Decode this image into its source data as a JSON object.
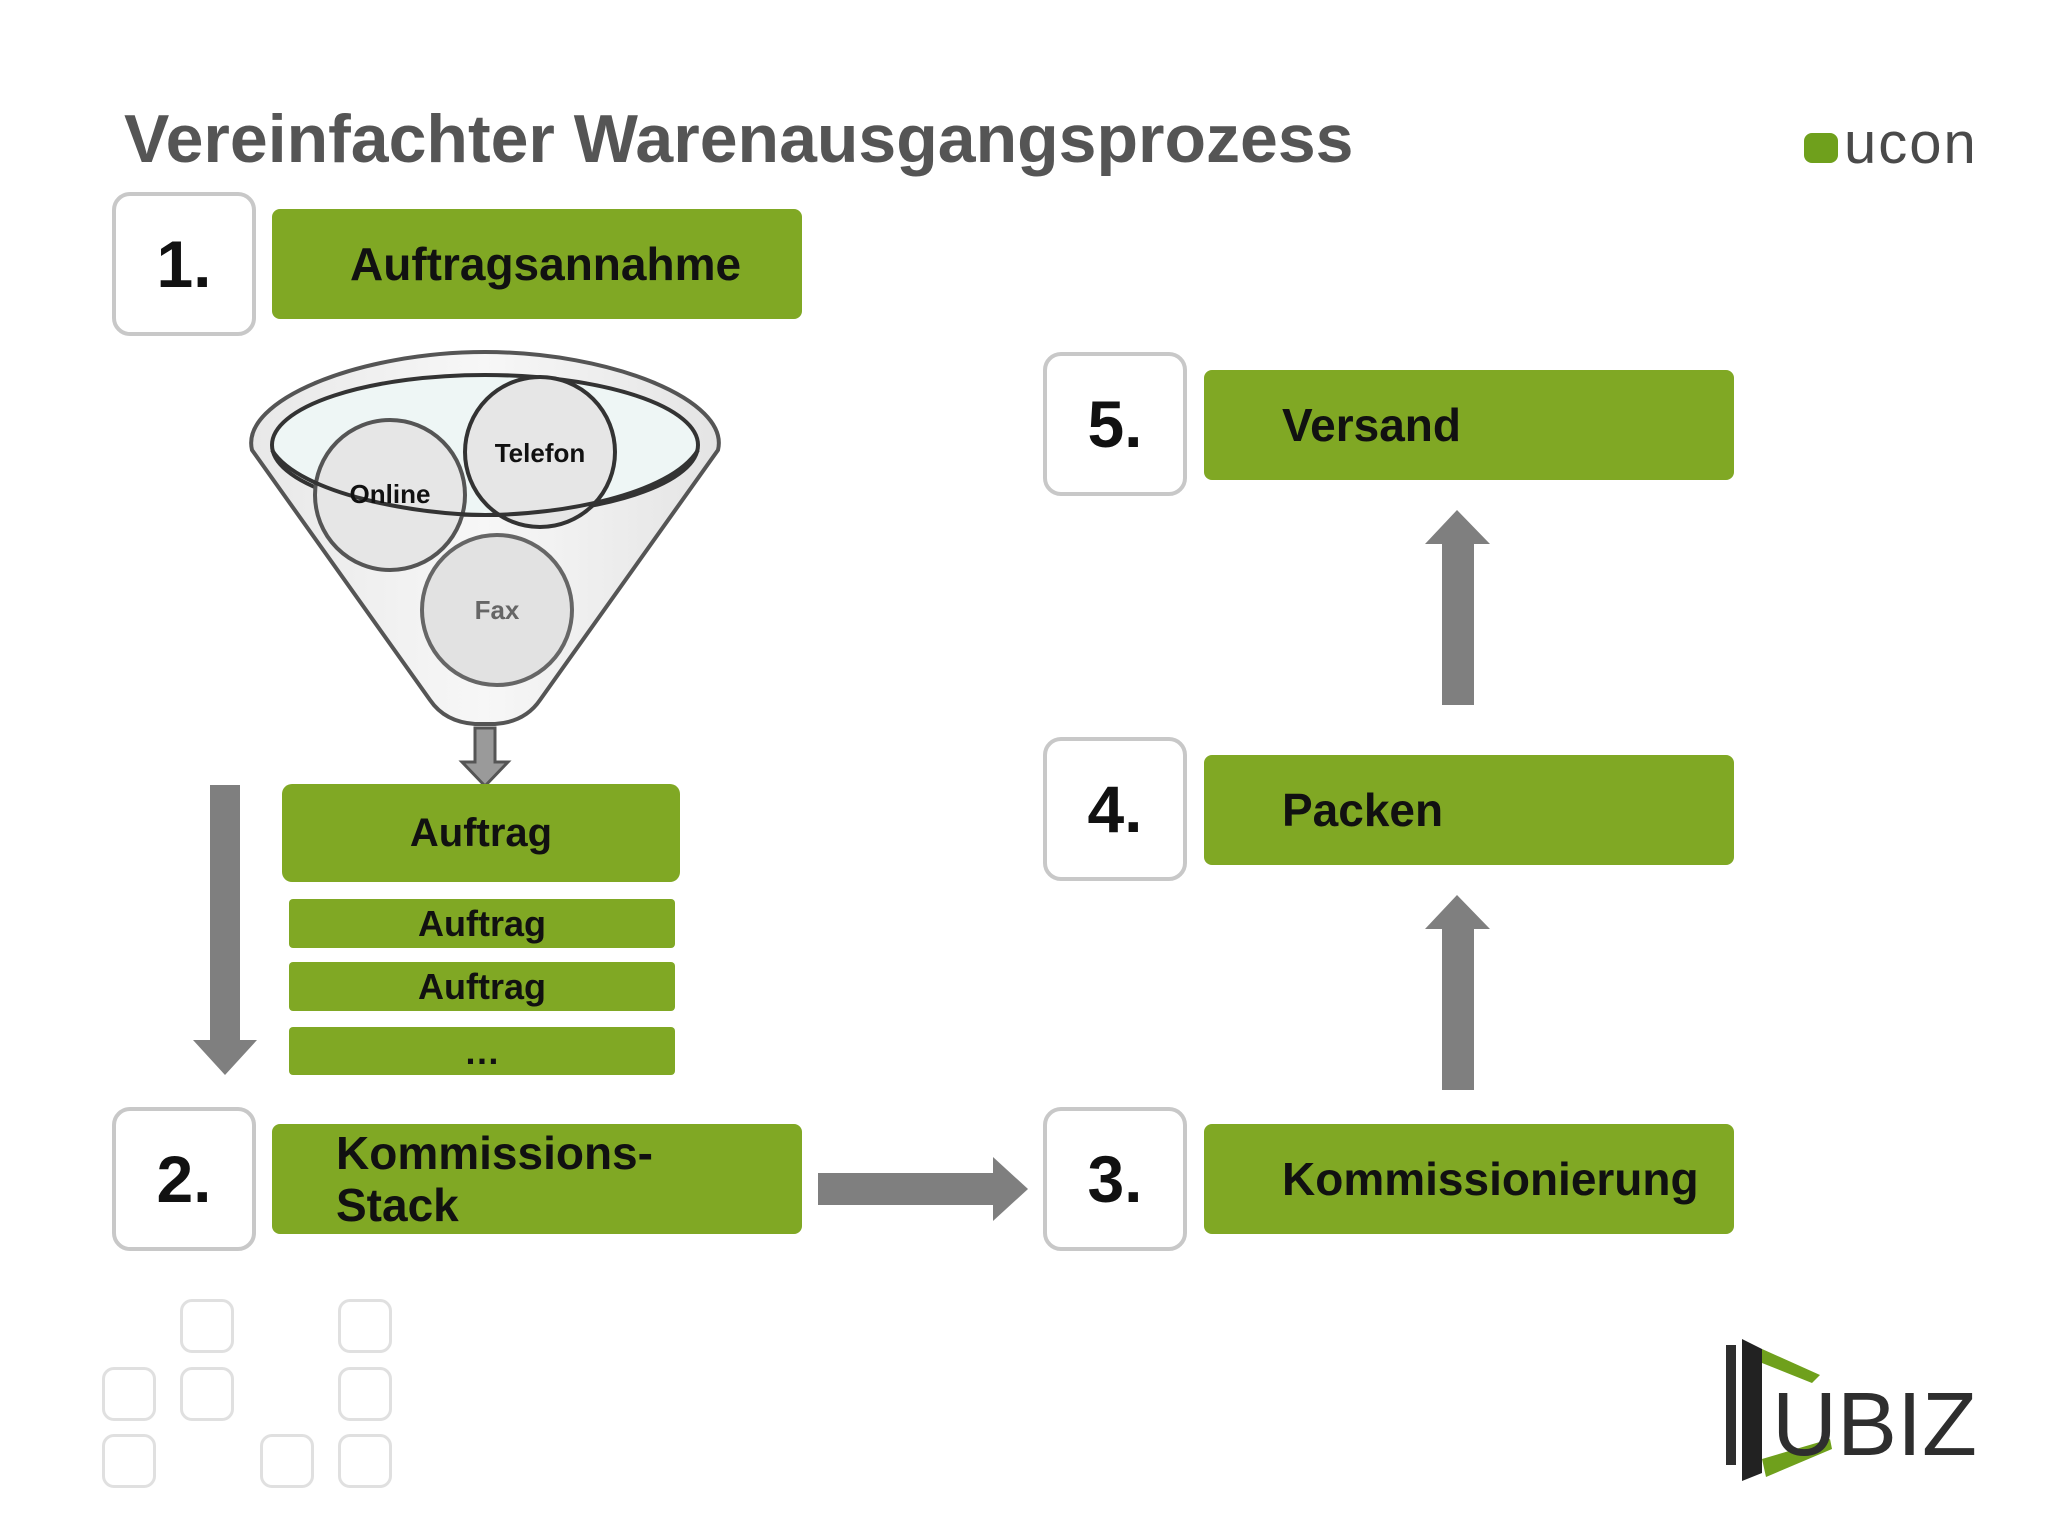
{
  "title": "Vereinfachter Warenausgangsprozess",
  "logo_top": "ucon",
  "logo_bottom": "UBIZ",
  "steps": [
    {
      "number": "1.",
      "label": "Auftragsannahme"
    },
    {
      "number": "2.",
      "label_line1": "Kommissions-",
      "label_line2": "Stack"
    },
    {
      "number": "3.",
      "label": "Kommissionierung"
    },
    {
      "number": "4.",
      "label": "Packen"
    },
    {
      "number": "5.",
      "label": "Versand"
    }
  ],
  "funnel": {
    "channels": [
      "Online",
      "Telefon",
      "Fax"
    ]
  },
  "stack": [
    "Auftrag",
    "Auftrag",
    "Auftrag",
    "…"
  ],
  "colors": {
    "green": "#80a824",
    "title": "#555555",
    "arrow": "#7f7f7f",
    "border": "#c8c8c8"
  }
}
